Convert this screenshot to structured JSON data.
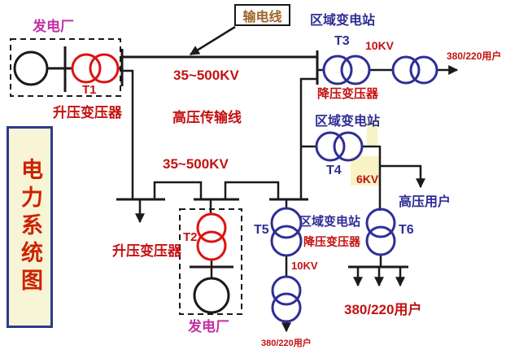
{
  "sidebar": {
    "title": "电力系统图"
  },
  "callout": {
    "label": "输电线"
  },
  "bus": {
    "voltage_top": "35~500KV",
    "name": "高压传输线",
    "voltage_lower": "35~500KV"
  },
  "plant1": {
    "name": "发电厂",
    "id": "T1",
    "role": "升压变压器"
  },
  "plant2": {
    "name": "发电厂",
    "id": "T2",
    "role": "升压变压器"
  },
  "t3": {
    "station": "区域变电站",
    "id": "T3",
    "voltage": "10KV",
    "role": "降压变压器",
    "users": "380/220用户"
  },
  "t4": {
    "station": "区域变电站",
    "id": "T4",
    "voltage": "6KV",
    "users": "高压用户"
  },
  "t5": {
    "station": "区域变电站",
    "id": "T5",
    "role": "降压变压器",
    "voltage": "10KV",
    "users": "380/220用户"
  },
  "t6": {
    "id": "T6",
    "users": "380/220用户"
  },
  "colors": {
    "wire": "#1a1a1a",
    "red_label": "#c41111",
    "red_symbol": "#dd1111",
    "blue": "#2e2e96",
    "magenta": "#c32fa5",
    "callout_text": "#9c6527",
    "sidebar_bg": "#f8f4d6",
    "sidebar_border": "#2b3a8f",
    "sidebar_text": "#cc2200",
    "highlight": "#f8f3c4"
  }
}
